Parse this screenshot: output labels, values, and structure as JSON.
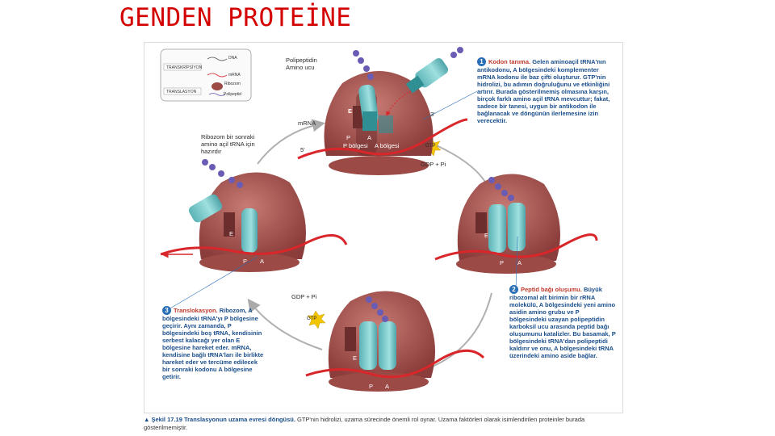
{
  "title": "GENDEN PROTEİNE",
  "labels": {
    "polypeptide": [
      "Polipeptidin",
      "Amino ucu"
    ],
    "mrna": "mRNA",
    "e": "E",
    "p": "P",
    "a": "A",
    "p_site": "P bölgesi",
    "a_site": "A bölgesi",
    "three_prime": "3'",
    "five_prime": "5'",
    "gtp": "GTP",
    "gdp_top": "GDP + Pi",
    "gdp_bottom": "GDP + Pi",
    "ribosome_ready": [
      "Ribozom bir sonraki",
      "amino açil tRNA için",
      "hazırdır"
    ]
  },
  "inset": {
    "transcription": "TRANSKRİPSİYON",
    "translation": "TRANSLASYON",
    "dna": "DNA",
    "mrna": "mRNA",
    "ribosome": "Ribozom",
    "polypeptide": "Polipeptid"
  },
  "steps": [
    {
      "num": "1",
      "title": "Kodon tanıma.",
      "text": "Gelen aminoaçil tRNA'nın antikodonu, A bölgesindeki komplementer mRNA kodonu ile baz çifti oluşturur. GTP'nin hidrolizi, bu adımın doğruluğunu ve etkinliğini artırır. Burada gösterilmemiş olmasına karşın, birçok farklı amino açil tRNA mevcuttur; fakat, sadece bir tanesi, uygun bir antikodon ile bağlanacak ve döngünün ilerlemesine izin verecektir."
    },
    {
      "num": "2",
      "title": "Peptid bağı oluşumu.",
      "text": "Büyük ribozomal alt birimin bir rRNA molekülü, A bölgesindeki yeni amino asidin amino grubu ve P bölgesindeki uzayan polipeptidin karboksil ucu arasında peptid bağı oluşumunu katalizler. Bu basamak, P bölgesindeki tRNA'dan polipeptidi kaldırır ve onu, A bölgesindeki tRNA üzerindeki amino aside bağlar."
    },
    {
      "num": "3",
      "title": "Translokasyon.",
      "text": "Ribozom, A bölgesindeki tRNA'yı P bölgesine geçirir. Aynı zamanda, P bölgesindeki boş tRNA, kendisinin serbest kalacağı yer olan E bölgesine hareket eder. mRNA, kendisine bağlı tRNA'ları ile birlikte hareket eder ve tercüme edilecek bir sonraki kodonu A bölgesine getirir."
    }
  ],
  "caption": {
    "title": "▲ Şekil 17.19 Translasyonun uzama evresi döngüsü.",
    "text": "GTP'nin hidrolizi, uzama sürecinde önemli rol oynar. Uzama faktörleri olarak isimlendirilen proteinler burada gösterilmemiştir."
  },
  "colors": {
    "title": "#d40000",
    "ribosome": "#9b4a46",
    "ribosome_light": "#b5625d",
    "trna": "#6cc3c5",
    "mrna": "#d8262a",
    "amino": "#6a5cb4",
    "gtp": "#f2c500",
    "step_text": "#1b4f8c"
  }
}
